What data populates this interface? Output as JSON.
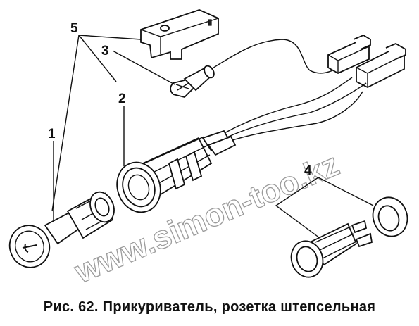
{
  "labels": {
    "l1": "1",
    "l2": "2",
    "l3": "3",
    "l4": "4",
    "l5": "5"
  },
  "caption": "Рис. 62. Прикуриватель, розетка штепсельная",
  "watermark": "www.simon-too.kz"
}
